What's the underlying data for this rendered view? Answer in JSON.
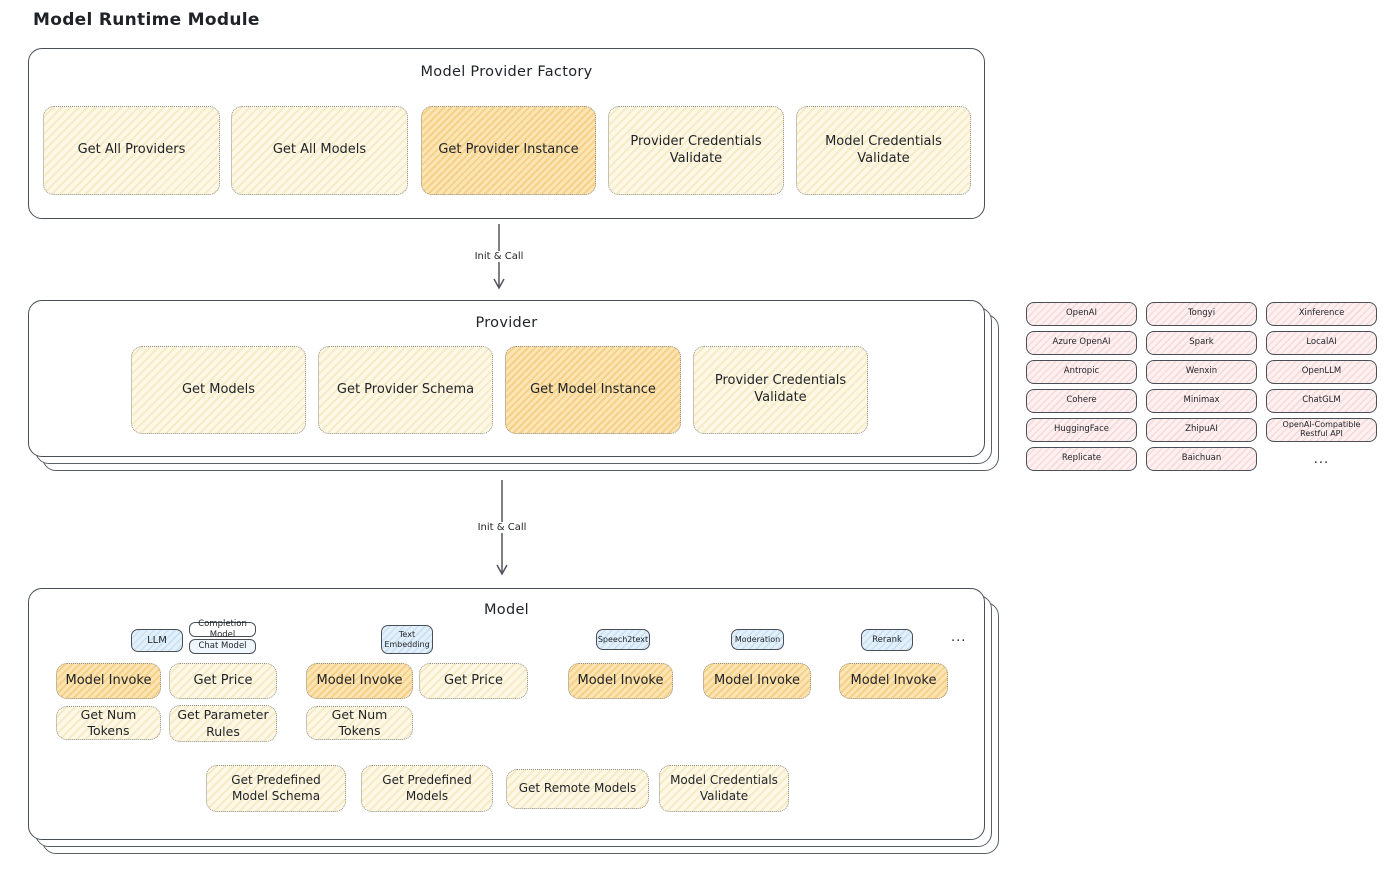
{
  "page": {
    "title": "Model Runtime Module"
  },
  "factory": {
    "title": "Model Provider Factory",
    "boxes": [
      {
        "label": "Get All Providers",
        "highlight": false
      },
      {
        "label": "Get All Models",
        "highlight": false
      },
      {
        "label": "Get Provider Instance",
        "highlight": true
      },
      {
        "label": "Provider Credentials Validate",
        "highlight": false
      },
      {
        "label": "Model Credentials Validate",
        "highlight": false
      }
    ]
  },
  "arrows": {
    "init_call": "Init & Call"
  },
  "provider": {
    "title": "Provider",
    "boxes": [
      {
        "label": "Get Models",
        "highlight": false
      },
      {
        "label": "Get Provider Schema",
        "highlight": false
      },
      {
        "label": "Get Model Instance",
        "highlight": true
      },
      {
        "label": "Provider Credentials Validate",
        "highlight": false
      }
    ]
  },
  "providers": {
    "items": [
      "OpenAI",
      "Tongyi",
      "Xinference",
      "Azure OpenAI",
      "Spark",
      "LocalAI",
      "Antropic",
      "Wenxin",
      "OpenLLM",
      "Cohere",
      "Minimax",
      "ChatGLM",
      "HuggingFace",
      "ZhipuAI",
      "OpenAI-Compatible Restful API",
      "Replicate",
      "Baichuan"
    ],
    "ellipsis": "..."
  },
  "model": {
    "title": "Model",
    "tabs": {
      "llm": "LLM",
      "completion_model": "Completion Model",
      "chat_model": "Chat Model",
      "text_embedding": "Text Embedding",
      "speech2text": "Speech2text",
      "moderation": "Moderation",
      "rerank": "Rerank",
      "ellipsis": "..."
    },
    "ops": {
      "model_invoke": "Model Invoke",
      "get_price": "Get Price",
      "get_num_tokens": "Get Num Tokens",
      "get_parameter_rules": "Get Parameter Rules"
    },
    "bottom": [
      "Get Predefined Model Schema",
      "Get Predefined Models",
      "Get Remote Models",
      "Model Credentials Validate"
    ]
  },
  "colors": {
    "yellow_fill": "#fdf8e6",
    "orange_fill": "#fbe5b3",
    "pink_fill": "#fdf0f0",
    "blue_fill": "#e3f0fa",
    "outline": "#4a4f57",
    "text": "#1f2227"
  }
}
